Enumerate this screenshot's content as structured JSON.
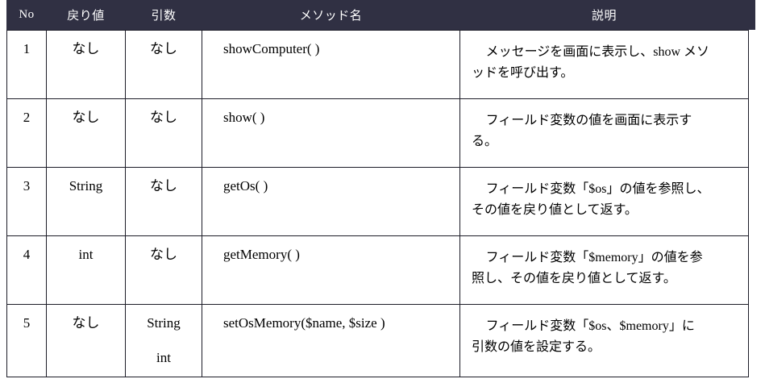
{
  "table": {
    "headers": [
      {
        "key": "no",
        "label": "No"
      },
      {
        "key": "ret",
        "label": "戻り値"
      },
      {
        "key": "arg",
        "label": "引数"
      },
      {
        "key": "method",
        "label": "メソッド名"
      },
      {
        "key": "desc",
        "label": "説明"
      }
    ],
    "header_background": "#303043",
    "header_text_color": "#ffffff",
    "border_color": "#1d1d28",
    "rows": [
      {
        "no": "1",
        "ret": "なし",
        "arg": "なし",
        "arg_line2": "",
        "method": "showComputer( )",
        "desc_line1": "メッセージを画面に表示し、show メソ",
        "desc_line2": "ッドを呼び出す。"
      },
      {
        "no": "2",
        "ret": "なし",
        "arg": "なし",
        "arg_line2": "",
        "method": "show( )",
        "desc_line1": "フィールド変数の値を画面に表示す",
        "desc_line2": "る。"
      },
      {
        "no": "3",
        "ret": "String",
        "arg": "なし",
        "arg_line2": "",
        "method": "getOs( )",
        "desc_line1": "フィールド変数「$os」の値を参照し、",
        "desc_line2": "その値を戻り値として返す。"
      },
      {
        "no": "4",
        "ret": "int",
        "arg": "なし",
        "arg_line2": "",
        "method": "getMemory( )",
        "desc_line1": "フィールド変数「$memory」の値を参",
        "desc_line2": "照し、その値を戻り値として返す。"
      },
      {
        "no": "5",
        "ret": "なし",
        "arg": "String",
        "arg_line2": "int",
        "method": "setOsMemory($name, $size )",
        "desc_line1": "フィールド変数「$os、$memory」に",
        "desc_line2": "引数の値を設定する。"
      }
    ]
  }
}
